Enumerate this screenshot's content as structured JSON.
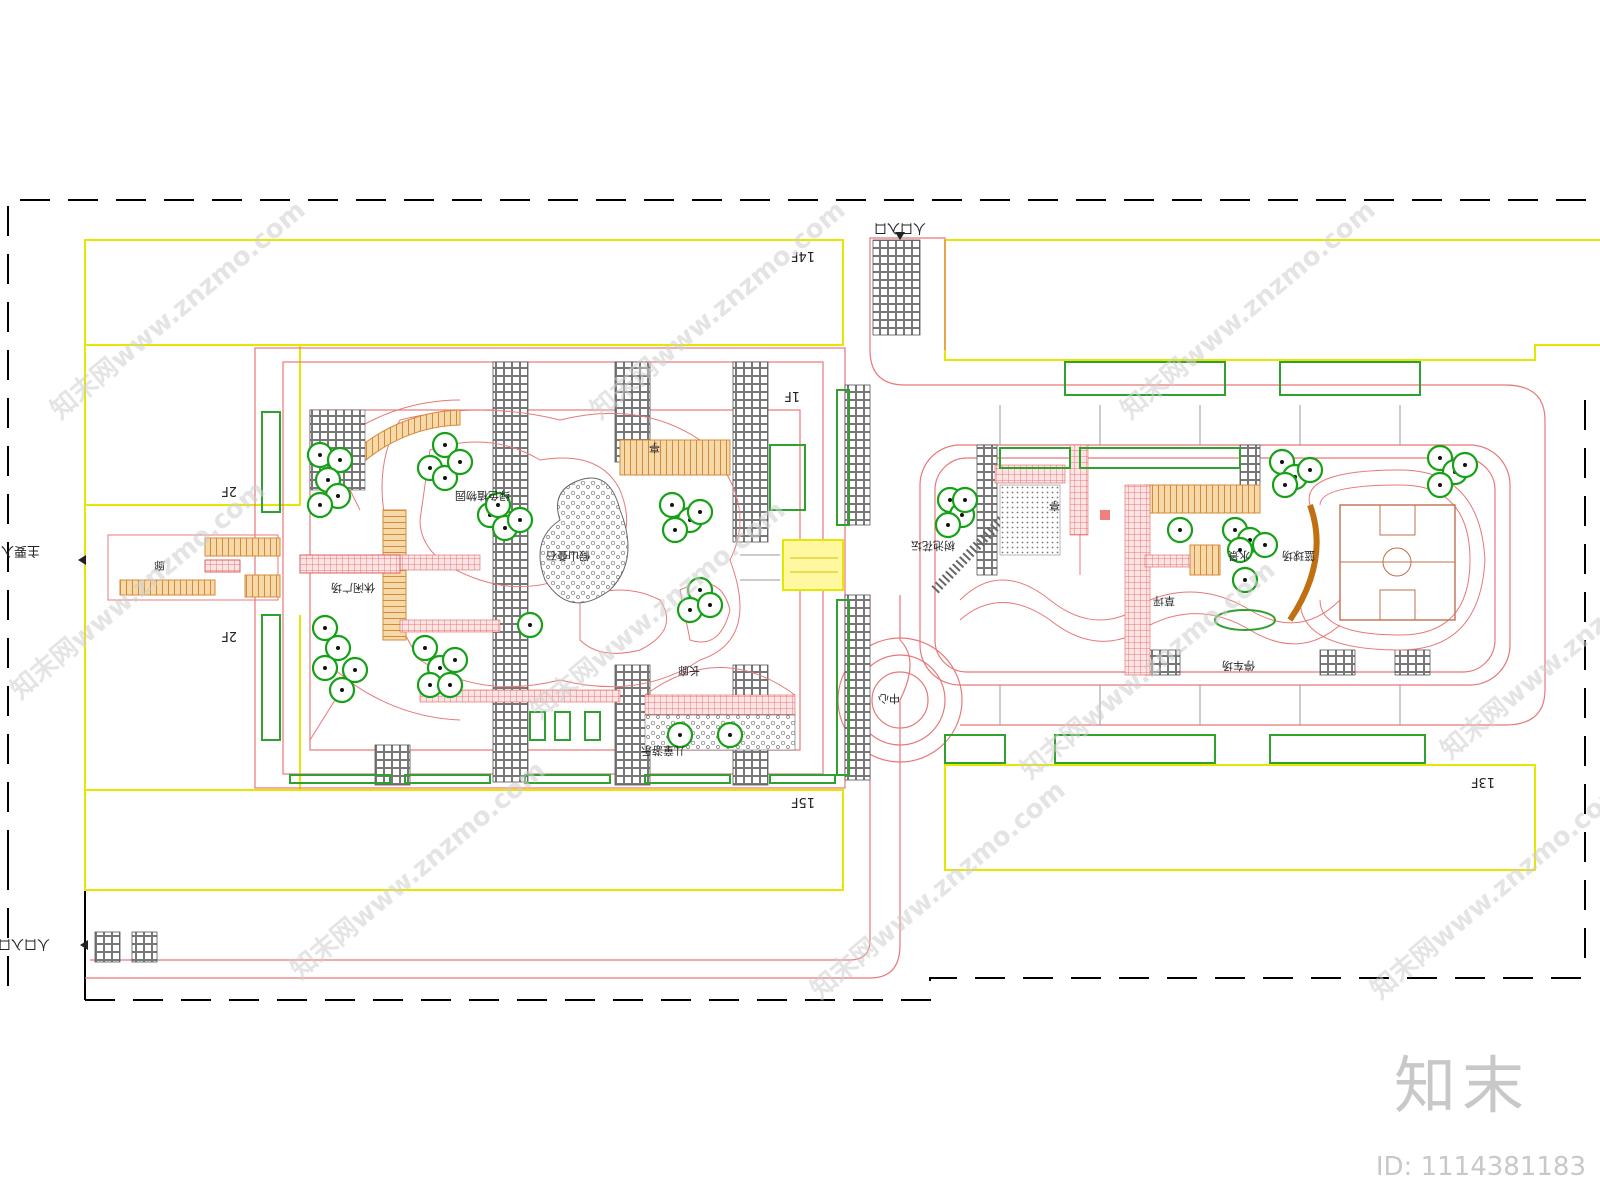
{
  "labels": {
    "entrance_top": "人口入口",
    "entrance_left": "主要入口",
    "entrance_bottom": "人口入口",
    "building_14f": "14F",
    "building_1f": "1F",
    "building_2f_top": "2F",
    "building_2f_bottom": "2F",
    "building_15f": "15F",
    "building_13f": "13F",
    "area_gazebo": "廊",
    "area_garden": "绿色植物园",
    "area_rockery": "假山叠石",
    "area_plaza": "休闲广场",
    "area_pergola": "长廊",
    "area_roundabout": "中心",
    "area_fitness": "儿童游乐",
    "area_pavilion": "亭",
    "area_lawn": "草坪",
    "area_court": "篮球场",
    "area_parking": "停车场",
    "area_planter": "树池花坛",
    "area_water": "水景"
  },
  "watermark": "知末网www.znzmo.com",
  "brand": {
    "logo_text": "知末",
    "id_text": "ID: 1114381183"
  },
  "colors": {
    "boundary": "#000000",
    "building": "#e6e600",
    "path": "#e87878",
    "hedge": "#2ea12e",
    "paving": "#9a9a9a",
    "wood": "#e0a050",
    "court": "#c07050",
    "tree": "#16a016"
  }
}
